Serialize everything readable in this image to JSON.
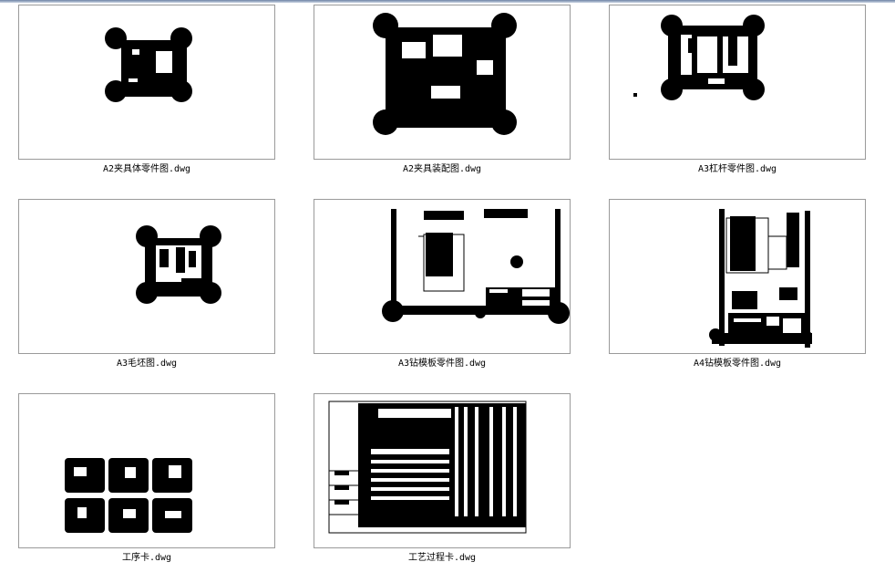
{
  "files": [
    {
      "name": "A2夹具体零件图.dwg",
      "icon": "dwg-thumbnail"
    },
    {
      "name": "A2夹具装配图.dwg",
      "icon": "dwg-thumbnail"
    },
    {
      "name": "A3杠杆零件图.dwg",
      "icon": "dwg-thumbnail"
    },
    {
      "name": "A3毛坯图.dwg",
      "icon": "dwg-thumbnail"
    },
    {
      "name": "A3钻模板零件图.dwg",
      "icon": "dwg-thumbnail"
    },
    {
      "name": "A4钻模板零件图.dwg",
      "icon": "dwg-thumbnail"
    },
    {
      "name": "工序卡.dwg",
      "icon": "dwg-thumbnail"
    },
    {
      "name": "工艺过程卡.dwg",
      "icon": "dwg-thumbnail"
    }
  ]
}
